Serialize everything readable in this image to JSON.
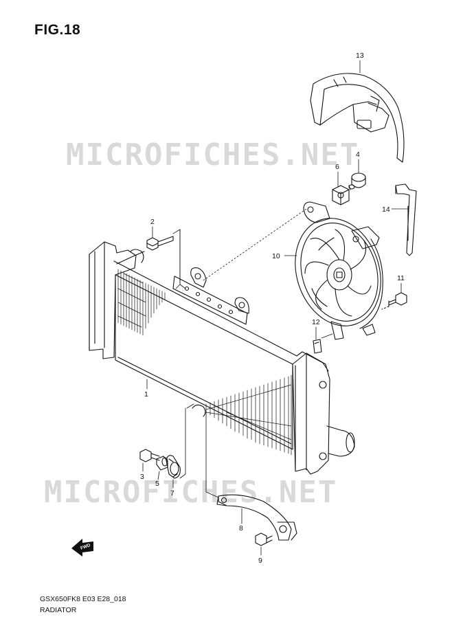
{
  "figure": {
    "title": "FIG.18"
  },
  "watermark": "MICROFICHES.NET",
  "fwd_label": "FWD",
  "callouts": [
    "1",
    "2",
    "3",
    "4",
    "5",
    "6",
    "7",
    "8",
    "9",
    "10",
    "11",
    "12",
    "13",
    "14"
  ],
  "footer": {
    "code": "GSX650FK8 E03 E28_018",
    "caption": "RADIATOR"
  }
}
